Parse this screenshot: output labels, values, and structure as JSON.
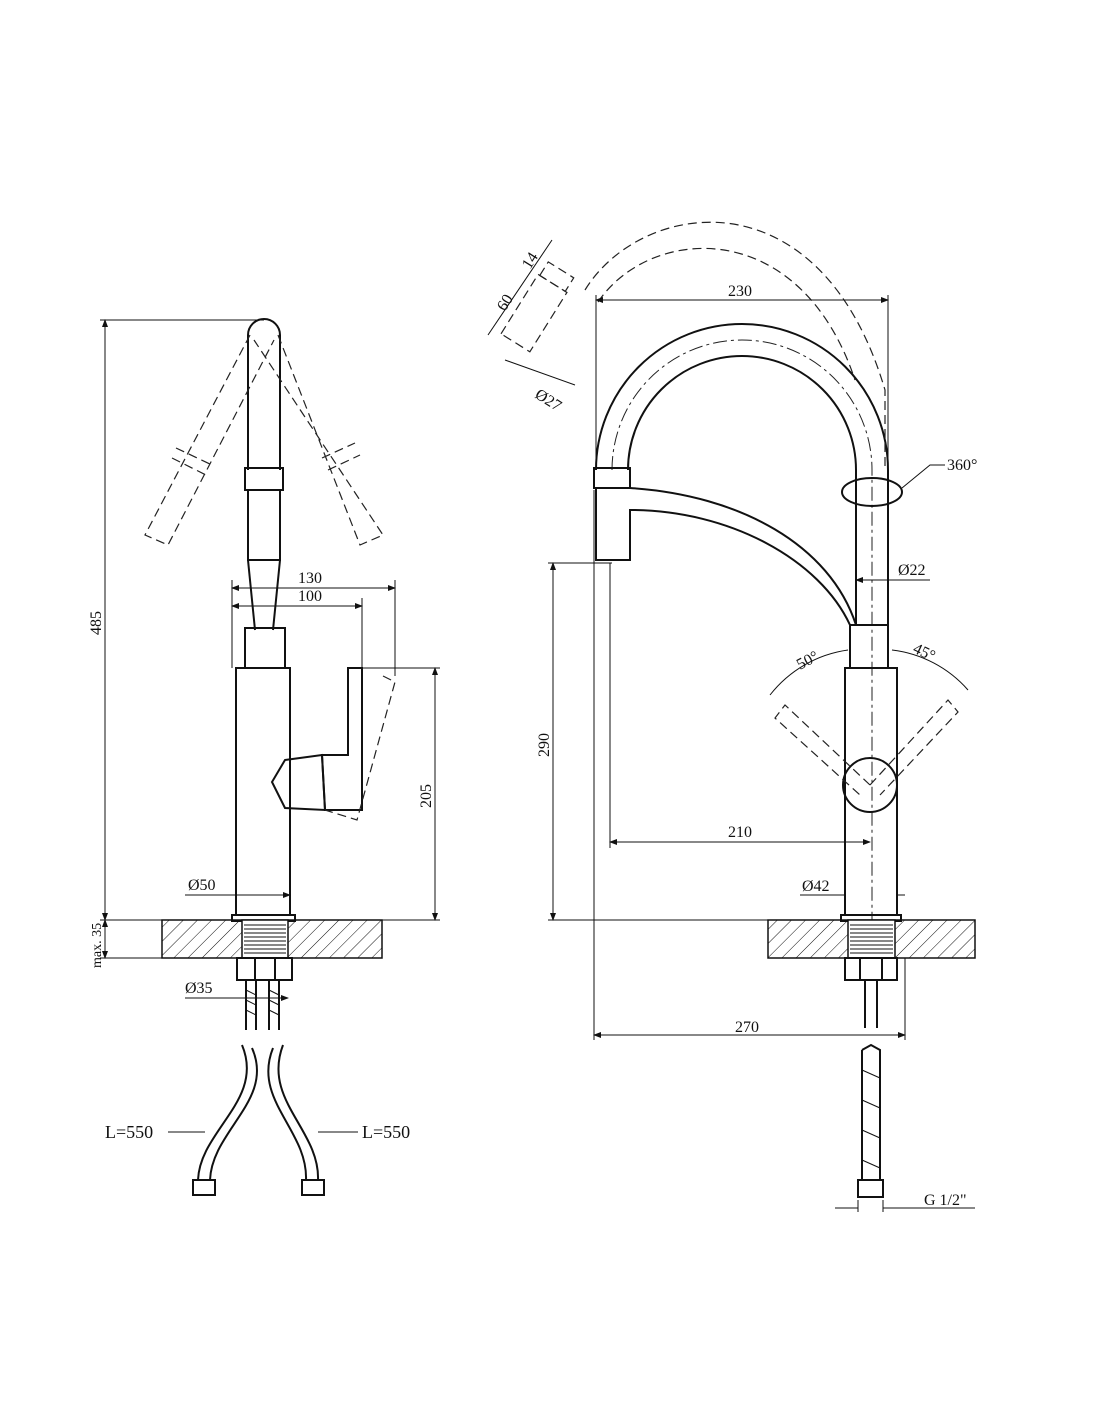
{
  "drawing": {
    "side_view": {
      "height_total": "485",
      "width_130": "130",
      "width_100": "100",
      "height_205": "205",
      "body_diameter": "Ø50",
      "max_counter": "max. 35",
      "hole_diameter": "Ø35",
      "hose_left": "L=550",
      "hose_right": "L=550"
    },
    "front_view": {
      "head_14": "14",
      "head_60": "60",
      "head_diameter": "Ø27",
      "reach_230": "230",
      "rotation": "360°",
      "spout_diameter": "Ø22",
      "height_290": "290",
      "angle_left": "50°",
      "angle_right": "45°",
      "reach_210": "210",
      "body_diameter": "Ø42",
      "reach_270": "270",
      "thread": "G 1/2\""
    }
  }
}
